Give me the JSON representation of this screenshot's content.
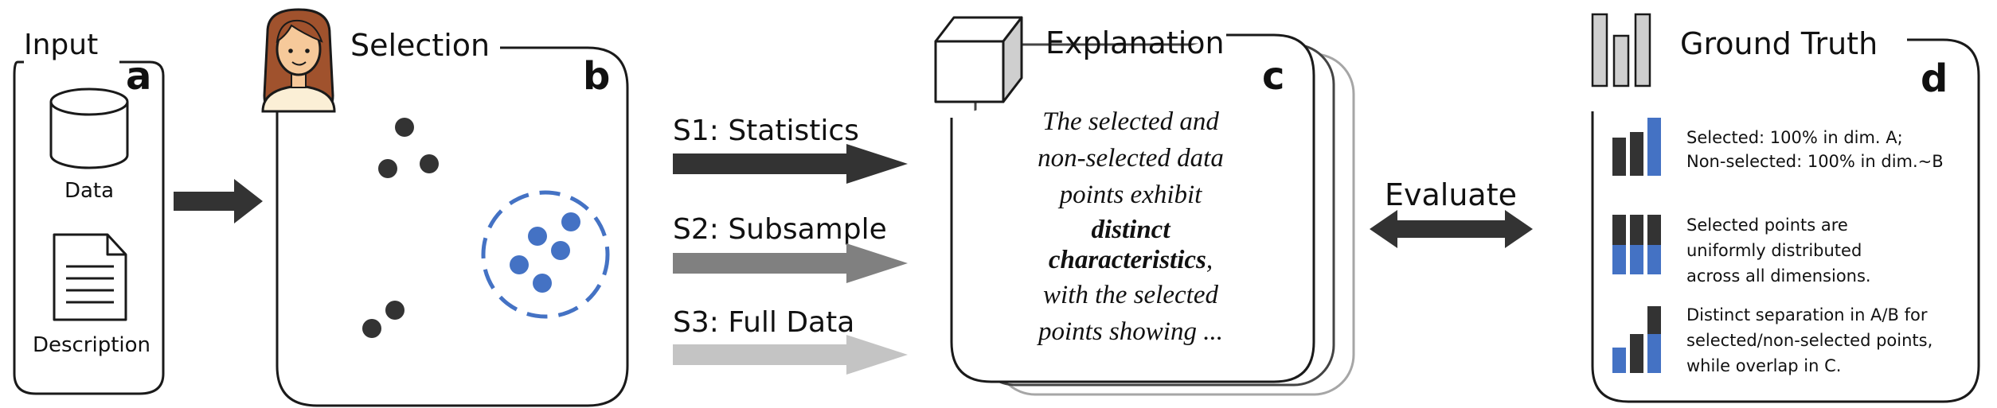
{
  "input": {
    "title": "Input",
    "letter": "a",
    "data_label": "Data",
    "description_label": "Description"
  },
  "selection": {
    "title": "Selection",
    "letter": "b"
  },
  "strategies": [
    {
      "label": "S1: Statistics",
      "color": "#333333"
    },
    {
      "label": "S2: Subsample",
      "color": "#808080"
    },
    {
      "label": "S3: Full Data",
      "color": "#c4c4c4"
    }
  ],
  "explanation": {
    "title": "Explanation",
    "letter": "c",
    "lines": [
      "The selected and",
      "non-selected data",
      "points exhibit"
    ],
    "emphasis_1": "distinct",
    "emphasis_2": "characteristics",
    "emphasis_2_suffix": ",",
    "lines_after": [
      "with the selected",
      "points showing ..."
    ]
  },
  "evaluate": {
    "label": "Evaluate"
  },
  "ground_truth": {
    "title": "Ground Truth",
    "letter": "d",
    "items": [
      {
        "lines": [
          "Selected: 100% in dim. A;",
          "Non-selected: 100% in dim.~B"
        ]
      },
      {
        "lines": [
          "Selected points are",
          "uniformly distributed",
          "across all dimensions."
        ]
      },
      {
        "lines": [
          "Distinct separation in A/B for",
          "selected/non-selected points,",
          "while overlap in C."
        ]
      }
    ]
  },
  "colors": {
    "dark": "#333333",
    "blue": "#4472c4",
    "mid_gray": "#808080",
    "light_gray": "#c4c4c4",
    "icon_gray": "#cfcfcf",
    "border": "#1a1a1a"
  },
  "icons": [
    "database-icon",
    "document-icon",
    "person-avatar-icon",
    "cube-icon",
    "bar-chart-icon"
  ]
}
